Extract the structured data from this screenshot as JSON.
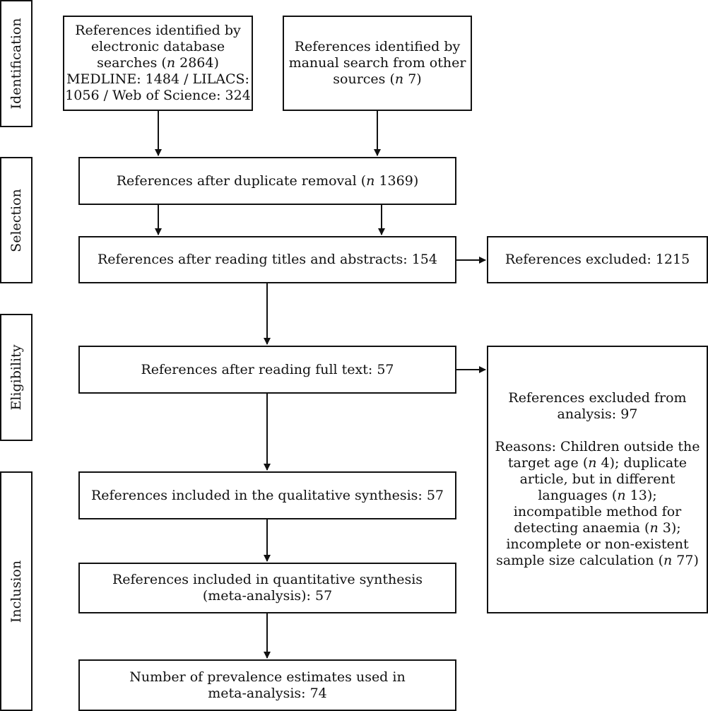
{
  "stages": {
    "identification": "Identification",
    "selection": "Selection",
    "eligibility": "Eligibility",
    "inclusion": "Inclusion"
  },
  "boxes": {
    "database_search": [
      "References identified by",
      "electronic database",
      "searches (n 2864)",
      "MEDLINE: 1484 / LILACS:",
      "1056 / Web of Science: 324"
    ],
    "manual_search": [
      "References identified by",
      "manual search from other",
      "sources (n 7)"
    ],
    "after_duplicates": [
      "References after duplicate removal (n 1369)"
    ],
    "after_titles": [
      "References after reading titles and abstracts: 154"
    ],
    "excluded_titles": [
      "References excluded: 1215"
    ],
    "after_fulltext": [
      "References after reading full text: 57"
    ],
    "excluded_analysis": {
      "heading": [
        "References excluded from",
        "analysis: 97"
      ],
      "reasons": [
        "Reasons: Children outside the",
        "target age (n 4); duplicate",
        "article, but in different",
        "languages (n 13);",
        "incompatible method for",
        "detecting anaemia (n 3);",
        "incomplete or non-existent",
        "sample size calculation (n 77)"
      ]
    },
    "qualitative": [
      "References included in the qualitative synthesis: 57"
    ],
    "quantitative": [
      "References included in quantitative synthesis",
      "(meta-analysis): 57"
    ],
    "prevalence": [
      "Number of prevalence estimates used in",
      "meta-analysis: 74"
    ]
  }
}
